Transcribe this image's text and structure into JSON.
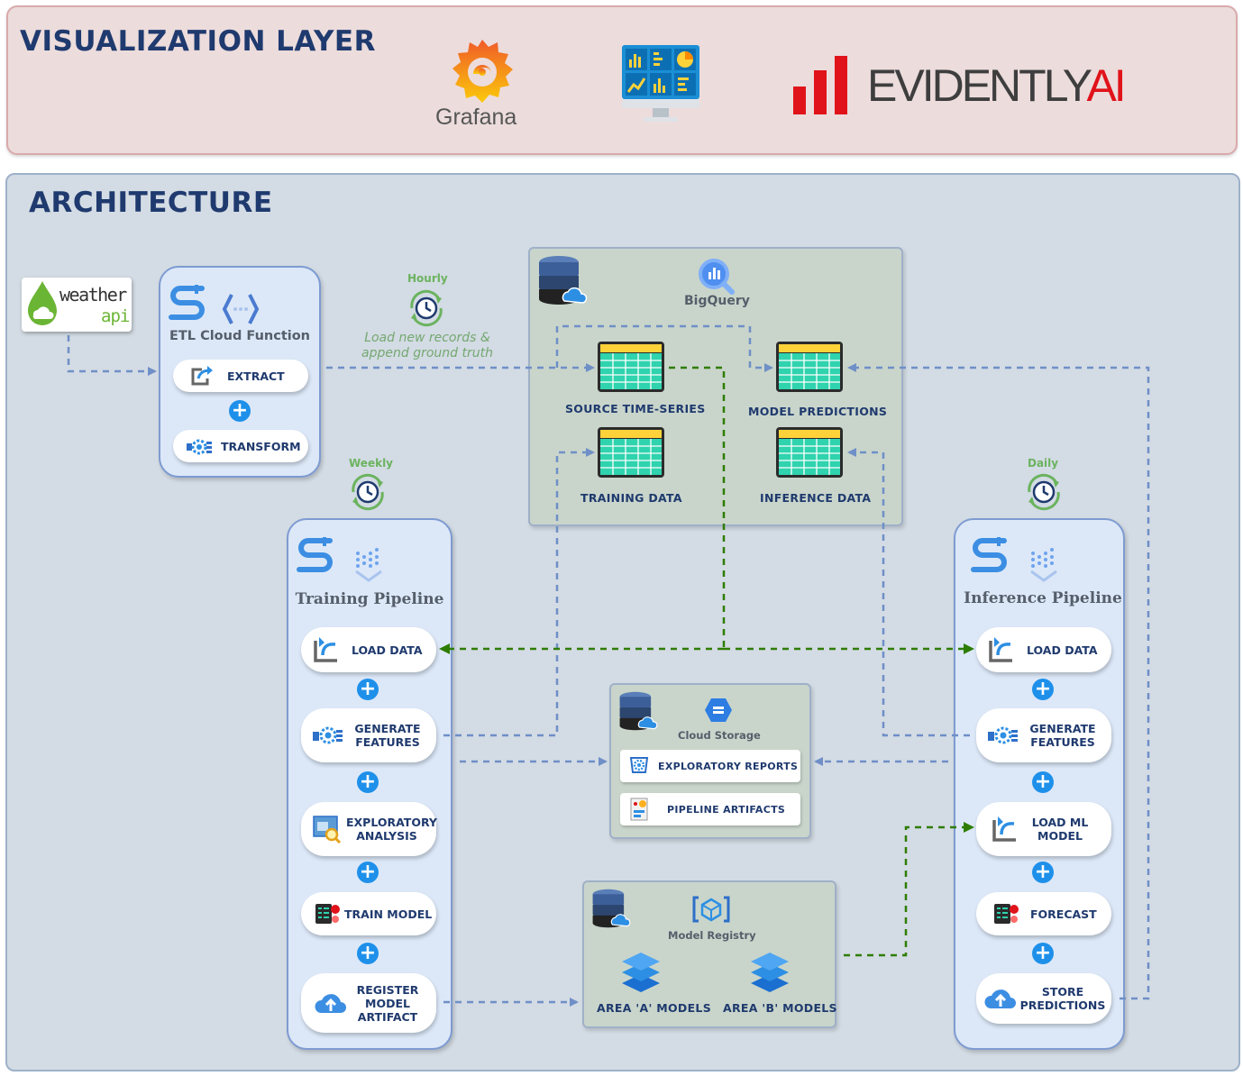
{
  "visualization_layer": {
    "title": "VISUALIZATION LAYER",
    "grafana_label": "Grafana",
    "evidently_text": "EVIDENTLY",
    "evidently_ai": "AI"
  },
  "architecture": {
    "title": "ARCHITECTURE",
    "weather": {
      "word": "weather",
      "api": "api"
    },
    "etl": {
      "title": "ETL Cloud Function",
      "extract": "EXTRACT",
      "transform": "TRANSFORM"
    },
    "hourly": {
      "label": "Hourly",
      "note_line1": "Load new records &",
      "note_line2": "append ground truth"
    },
    "bigquery": {
      "title": "BigQuery",
      "source": "SOURCE TIME-SERIES",
      "predictions": "MODEL PREDICTIONS",
      "training": "TRAINING DATA",
      "inference": "INFERENCE DATA"
    },
    "weekly": "Weekly",
    "daily": "Daily",
    "training_pipeline": {
      "title": "Training Pipeline",
      "steps": [
        "LOAD DATA",
        "GENERATE",
        "FEATURES",
        "EXPLORATORY",
        "ANALYSIS",
        "TRAIN MODEL",
        "REGISTER",
        "MODEL",
        "ARTIFACT"
      ]
    },
    "inference_pipeline": {
      "title": "Inference Pipeline",
      "steps": [
        "LOAD DATA",
        "GENERATE",
        "FEATURES",
        "LOAD ML",
        "MODEL",
        "FORECAST",
        "STORE",
        "PREDICTIONS"
      ]
    },
    "cloud_storage": {
      "title": "Cloud Storage",
      "reports": "EXPLORATORY REPORTS",
      "artifacts": "PIPELINE ARTIFACTS"
    },
    "model_registry": {
      "title": "Model Registry",
      "area_a": "AREA 'A' MODELS",
      "area_b": "AREA 'B' MODELS"
    }
  },
  "colors": {
    "title_navy": "#1f3a6e",
    "flow_blue": "#6f8fc7",
    "flow_green": "#2e7d00",
    "plus_blue": "#1e90ea",
    "evidently_red": "#e0131a"
  }
}
